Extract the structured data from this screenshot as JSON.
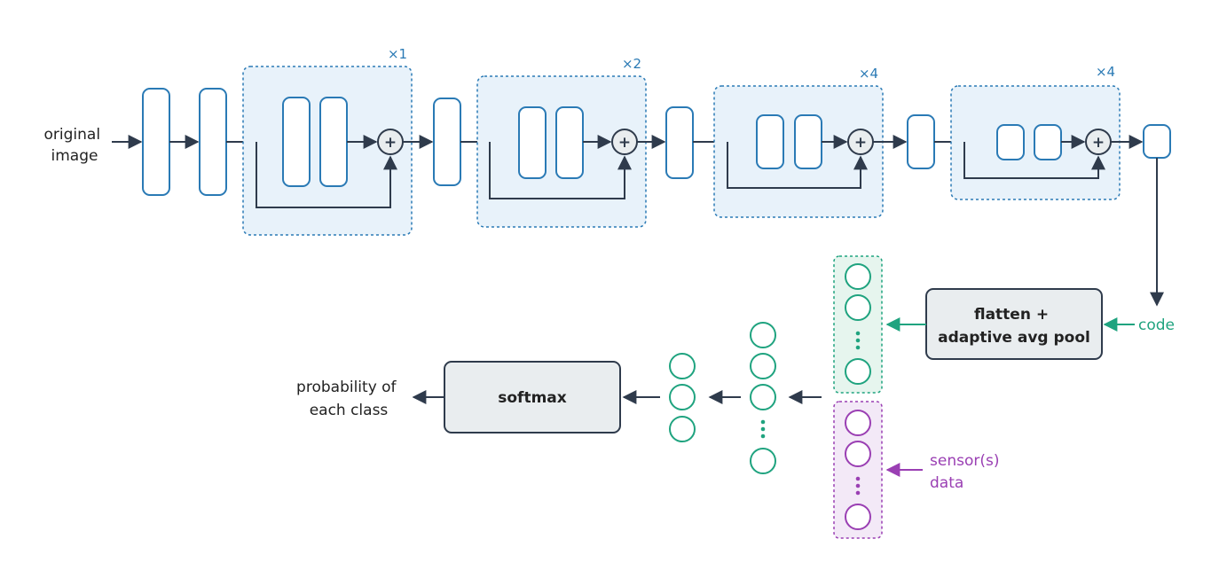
{
  "labels": {
    "input": [
      "original",
      "image"
    ],
    "code": "code",
    "sensor": [
      "sensor(s)",
      "data"
    ],
    "output": [
      "probability of",
      "each class"
    ],
    "pool_box": [
      "flatten +",
      "adaptive avg pool"
    ],
    "softmax_box": "softmax"
  },
  "stages": [
    {
      "multiplier": "×1"
    },
    {
      "multiplier": "×2"
    },
    {
      "multiplier": "×4"
    },
    {
      "multiplier": "×4"
    }
  ],
  "colors": {
    "layer_blue": "#2a7ab5",
    "stage_fill": "#e8f2fa",
    "arrow_dark": "#2f3b4c",
    "feature_green": "#1fa37f",
    "feature_green_fill": "#e6f5ee",
    "sensor_purple": "#9a3fb3",
    "sensor_purple_fill": "#f3e9f7",
    "op_box_fill": "#e9edef"
  },
  "icons": {
    "residual_add": "plus-circle-icon",
    "vertical_ellipsis": "vertical-dots-icon"
  }
}
